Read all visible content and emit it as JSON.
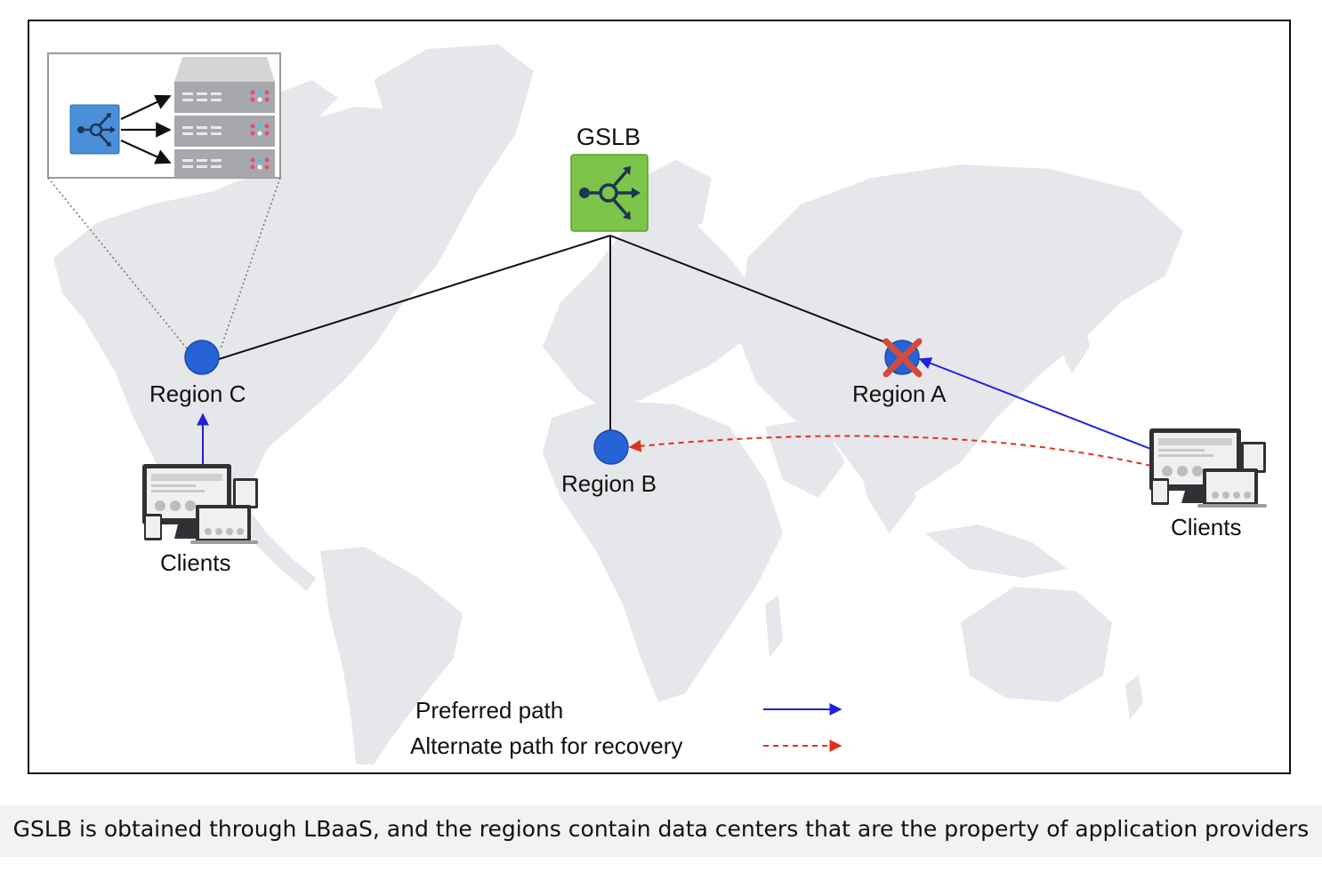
{
  "diagram": {
    "gslb_label": "GSLB",
    "regions": [
      {
        "id": "c",
        "label": "Region C",
        "status": "active"
      },
      {
        "id": "b",
        "label": "Region B",
        "status": "active"
      },
      {
        "id": "a",
        "label": "Region A",
        "status": "failed"
      }
    ],
    "clients": [
      {
        "id": "west",
        "label": "Clients"
      },
      {
        "id": "east",
        "label": "Clients"
      }
    ],
    "legend": [
      {
        "label": "Preferred path",
        "color": "#2020e0",
        "style": "solid"
      },
      {
        "label": "Alternate path for recovery",
        "color": "#e03020",
        "style": "dashed"
      }
    ],
    "icons": {
      "gslb": "load-balancer-icon",
      "inset_lb": "load-balancer-icon",
      "servers": "server-icon",
      "clients": "devices-icon",
      "failure": "red-x-icon"
    },
    "colors": {
      "gslb_green": "#7cc44a",
      "inset_blue": "#4a90d9",
      "region_blue": "#2563d6",
      "map_gray": "#e6e7ea",
      "failure_red": "#d64a3a"
    }
  },
  "caption": "GSLB is obtained through LBaaS, and the regions contain data centers that are the property of application providers"
}
